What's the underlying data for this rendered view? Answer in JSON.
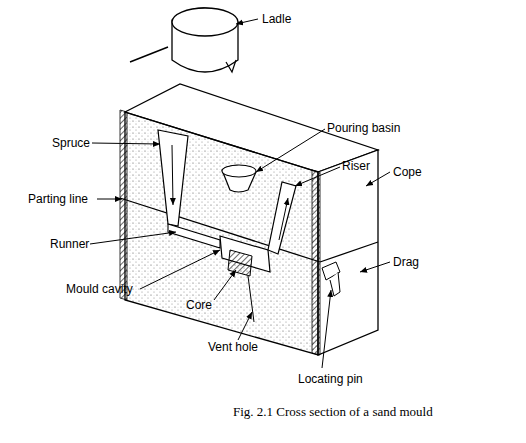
{
  "diagram": {
    "caption": "Fig. 2.1 Cross section of a sand mould",
    "labels": [
      "Ladle",
      "Spruce",
      "Pouring basin",
      "Riser",
      "Cope",
      "Parting line",
      "Drag",
      "Runner",
      "Mould cavity",
      "Core",
      "Vent hole",
      "Locating pin"
    ]
  }
}
